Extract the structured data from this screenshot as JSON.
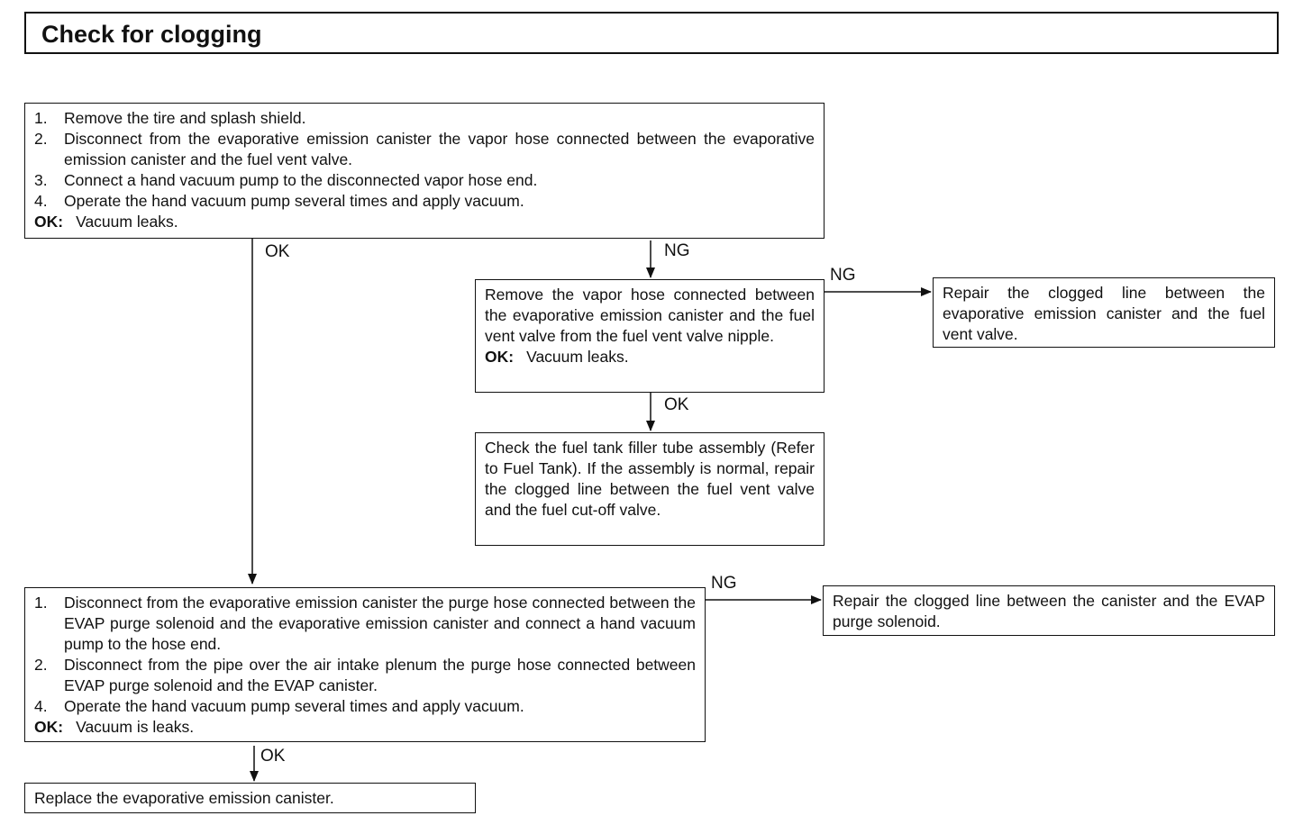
{
  "title": "Check for clogging",
  "box1": {
    "steps": [
      {
        "num": "1.",
        "text": "Remove the tire and splash shield."
      },
      {
        "num": "2.",
        "text": "Disconnect from the evaporative emission canister the vapor hose connected between the evaporative emission canister and the fuel vent valve."
      },
      {
        "num": "3.",
        "text": "Connect a hand vacuum pump to the disconnected vapor hose end."
      },
      {
        "num": "4.",
        "text": "Operate the hand vacuum pump several times and apply vacuum."
      }
    ],
    "ok_label": "OK:",
    "ok_text": "Vacuum leaks."
  },
  "box2": {
    "text": "Remove the vapor hose connected between the evaporative emission canister and the fuel vent valve from the fuel vent valve nipple.",
    "ok_label": "OK:",
    "ok_text": "Vacuum leaks."
  },
  "box3": {
    "text": "Repair the clogged line between the evaporative emission canister and the fuel vent valve."
  },
  "box4": {
    "text": "Check the fuel tank filler tube assembly (Refer to Fuel Tank). If the assembly is normal, repair the clogged line between the fuel vent valve and the fuel cut-off valve."
  },
  "box5": {
    "steps": [
      {
        "num": "1.",
        "text": "Disconnect from the evaporative emission canister the purge hose connected between the EVAP purge solenoid and the evaporative emission canister and connect a hand vacuum pump to the hose end."
      },
      {
        "num": "2.",
        "text": "Disconnect from the pipe over the air intake plenum the purge hose connected between EVAP purge solenoid and the EVAP canister."
      },
      {
        "num": "4.",
        "text": "Operate the hand vacuum pump several times and apply vacuum."
      }
    ],
    "ok_label": "OK:",
    "ok_text": "Vacuum is leaks."
  },
  "box6": {
    "text": "Repair the clogged line between the canister and the EVAP purge solenoid."
  },
  "box7": {
    "text": "Replace the evaporative emission canister."
  },
  "edges": {
    "b1_ok": "OK",
    "b1_ng": "NG",
    "b2_ng": "NG",
    "b2_ok": "OK",
    "b5_ng": "NG",
    "b5_ok": "OK"
  }
}
